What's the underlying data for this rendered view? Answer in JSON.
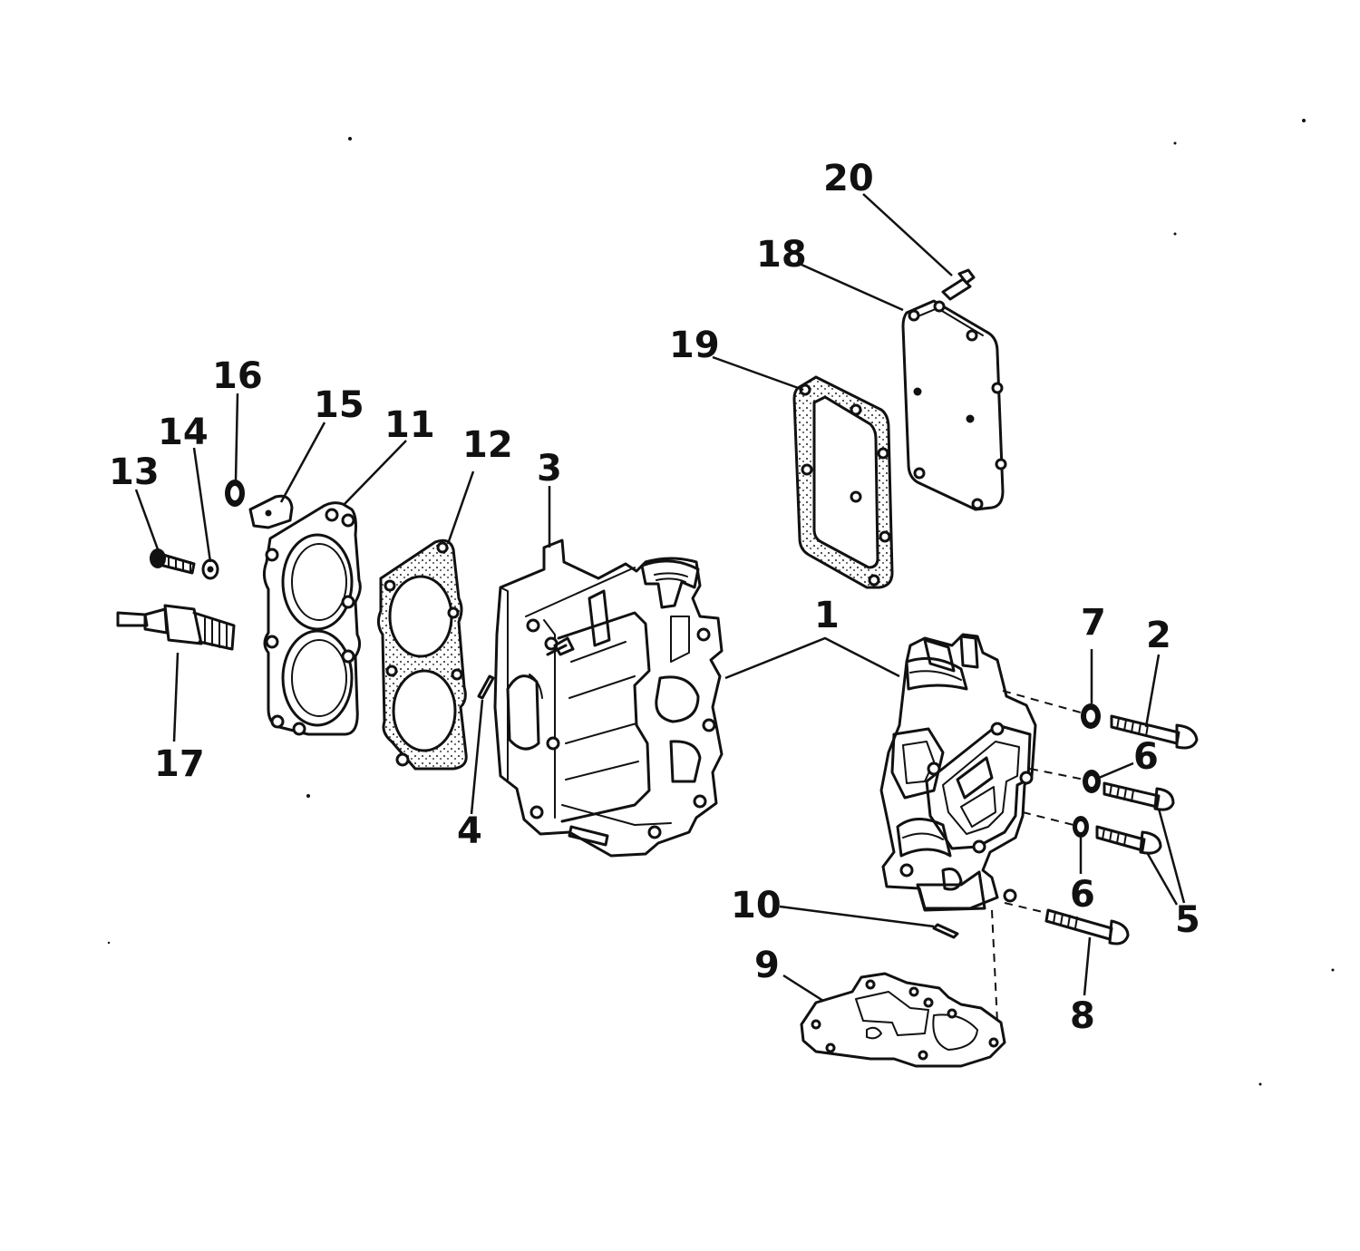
{
  "diagram": {
    "ink_color": "#111111",
    "background": "#ffffff",
    "callouts": [
      {
        "id": "1",
        "text": "1"
      },
      {
        "id": "2",
        "text": "2"
      },
      {
        "id": "3",
        "text": "3"
      },
      {
        "id": "4",
        "text": "4"
      },
      {
        "id": "5",
        "text": "5"
      },
      {
        "id": "6a",
        "text": "6"
      },
      {
        "id": "6b",
        "text": "6"
      },
      {
        "id": "7",
        "text": "7"
      },
      {
        "id": "8",
        "text": "8"
      },
      {
        "id": "9",
        "text": "9"
      },
      {
        "id": "10",
        "text": "10"
      },
      {
        "id": "11",
        "text": "11"
      },
      {
        "id": "12",
        "text": "12"
      },
      {
        "id": "13",
        "text": "13"
      },
      {
        "id": "14",
        "text": "14"
      },
      {
        "id": "15",
        "text": "15"
      },
      {
        "id": "16",
        "text": "16"
      },
      {
        "id": "17",
        "text": "17"
      },
      {
        "id": "18",
        "text": "18"
      },
      {
        "id": "19",
        "text": "19"
      },
      {
        "id": "20",
        "text": "20"
      }
    ]
  }
}
